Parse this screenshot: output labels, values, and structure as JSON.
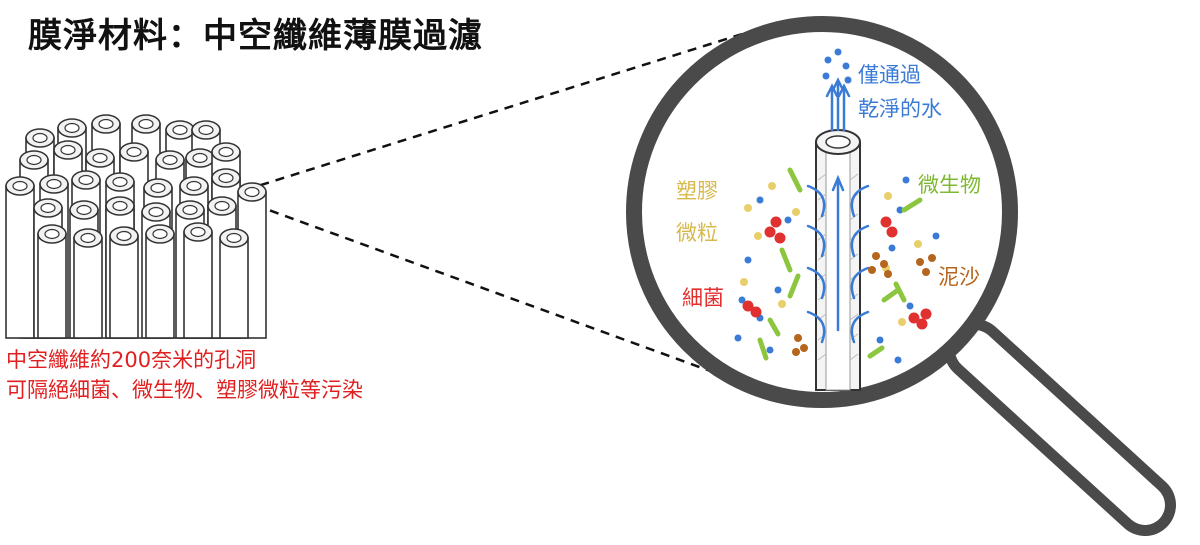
{
  "title": "膜淨材料：中空纖維薄膜過濾",
  "caption": {
    "line1": "中空纖維約200奈米的孔洞",
    "line2": "可隔絕細菌、微生物、塑膠微粒等污染"
  },
  "labels": {
    "water": [
      "僅通過",
      "乾淨的水"
    ],
    "plastic": [
      "塑膠",
      "微粒"
    ],
    "microbe": "微生物",
    "sediment": "泥沙",
    "bacteria": "細菌"
  },
  "colors": {
    "caption": "#e02020",
    "water": "#3a7bd5",
    "plastic": "#e8cf6a",
    "microbe": "#8cc63f",
    "sediment": "#b5651d",
    "bacteria": "#e03030",
    "lens_frame": "#4a4a4a"
  },
  "icons": [
    "hollow-fiber-bundle",
    "magnifying-glass"
  ]
}
